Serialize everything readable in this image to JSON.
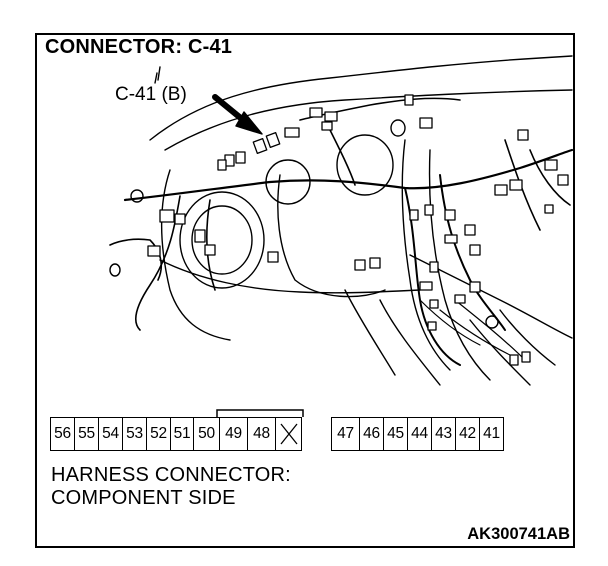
{
  "title": "CONNECTOR: C-41",
  "callout_label": "C-41 (B)",
  "connector": {
    "left_pins": [
      "56",
      "55",
      "54",
      "53",
      "52",
      "51",
      "50",
      "49",
      "48"
    ],
    "right_pins": [
      "47",
      "46",
      "45",
      "44",
      "43",
      "42",
      "41"
    ],
    "blank_pin_icon": "x-mark-icon"
  },
  "caption_line1": "HARNESS CONNECTOR:",
  "caption_line2": "COMPONENT SIDE",
  "figure_code": "AK300741AB"
}
